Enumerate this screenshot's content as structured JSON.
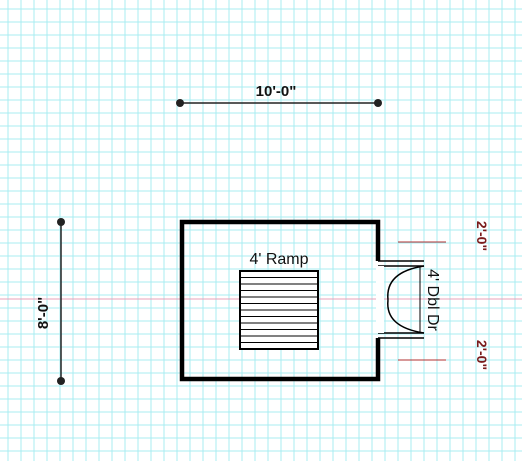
{
  "drawing": {
    "width_dimension": "10'-0\"",
    "height_dimension": "8'-0\"",
    "ramp_label": "4' Ramp",
    "door_label": "4' Dbl Dr",
    "door_offset_top": "2'-0\"",
    "door_offset_bottom": "2'-0\""
  },
  "colors": {
    "grid_line": "#a8ecf2",
    "wall": "#000000",
    "offset_text": "#7a1c1c",
    "offset_line": "#b03030",
    "centerline": "#e8a0b8"
  },
  "ramp": {
    "tread_count": 12
  }
}
